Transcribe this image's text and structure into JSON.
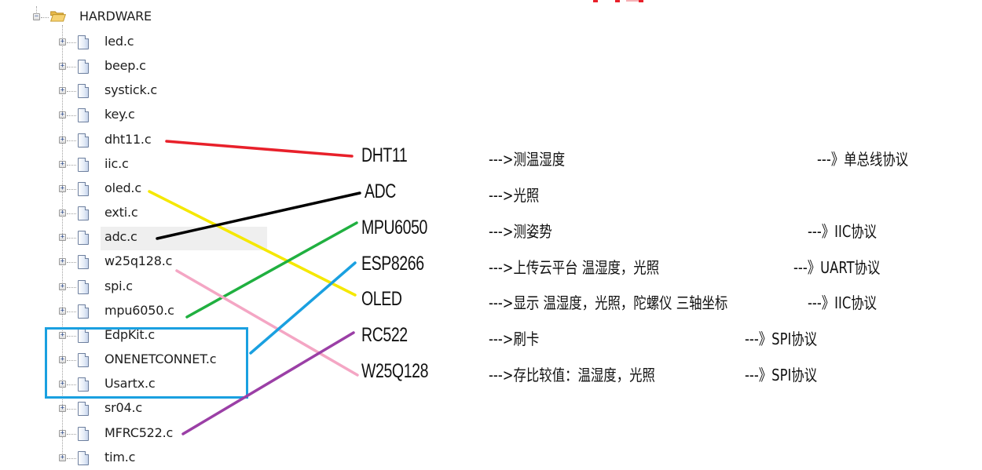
{
  "title_fragment_color": "#e8202a",
  "tree": {
    "root": {
      "label": "HARDWARE",
      "expander": "−",
      "icon": "folder-open-icon"
    },
    "files": [
      {
        "label": "led.c",
        "expander": "+"
      },
      {
        "label": "beep.c",
        "expander": "+"
      },
      {
        "label": "systick.c",
        "expander": "+"
      },
      {
        "label": "key.c",
        "expander": "+"
      },
      {
        "label": "dht11.c",
        "expander": "+"
      },
      {
        "label": "iic.c",
        "expander": "+"
      },
      {
        "label": "oled.c",
        "expander": "+"
      },
      {
        "label": "exti.c",
        "expander": "+"
      },
      {
        "label": "adc.c",
        "expander": "+",
        "selected": true
      },
      {
        "label": "w25q128.c",
        "expander": "+"
      },
      {
        "label": "spi.c",
        "expander": "+"
      },
      {
        "label": "mpu6050.c",
        "expander": "+"
      },
      {
        "label": "EdpKit.c",
        "expander": "+"
      },
      {
        "label": "ONENETCONNET.c",
        "expander": "+"
      },
      {
        "label": "Usartx.c",
        "expander": "+"
      },
      {
        "label": "sr04.c",
        "expander": "+"
      },
      {
        "label": "MFRC522.c",
        "expander": "+"
      },
      {
        "label": "tim.c",
        "expander": "+"
      }
    ],
    "group_box": {
      "files": [
        "EdpKit.c",
        "ONENETCONNET.c",
        "Usartx.c"
      ],
      "color": "#1aa0e0"
    }
  },
  "modules": [
    {
      "name": "DHT11",
      "desc": "--->测温湿度",
      "protocol": "---》单总线协议",
      "source": "dht11.c",
      "line_color": "#e8202a"
    },
    {
      "name": "ADC",
      "desc": "--->光照",
      "protocol": "",
      "source": "adc.c",
      "line_color": "#000000"
    },
    {
      "name": "MPU6050",
      "desc": "--->测姿势",
      "protocol": "---》IIC协议",
      "source": "mpu6050.c",
      "line_color": "#20b040"
    },
    {
      "name": "ESP8266",
      "desc": "--->上传云平台      温湿度，光照",
      "protocol": "---》UART协议",
      "source": "EdpKit.c / ONENETCONNET.c / Usartx.c",
      "line_color": "#1aa0e0"
    },
    {
      "name": "OLED",
      "desc": "--->显示  温湿度，光照，陀螺仪  三轴坐标",
      "protocol": "---》IIC协议",
      "source": "oled.c",
      "line_color": "#f5e800"
    },
    {
      "name": "RC522",
      "desc": "--->刷卡",
      "protocol": "---》SPI协议",
      "source": "MFRC522.c",
      "line_color": "#9b3fa6"
    },
    {
      "name": "W25Q128",
      "desc": "--->存比较值：温湿度，光照",
      "protocol": "---》SPI协议",
      "source": "w25q128.c",
      "line_color": "#f4a6c4"
    }
  ]
}
